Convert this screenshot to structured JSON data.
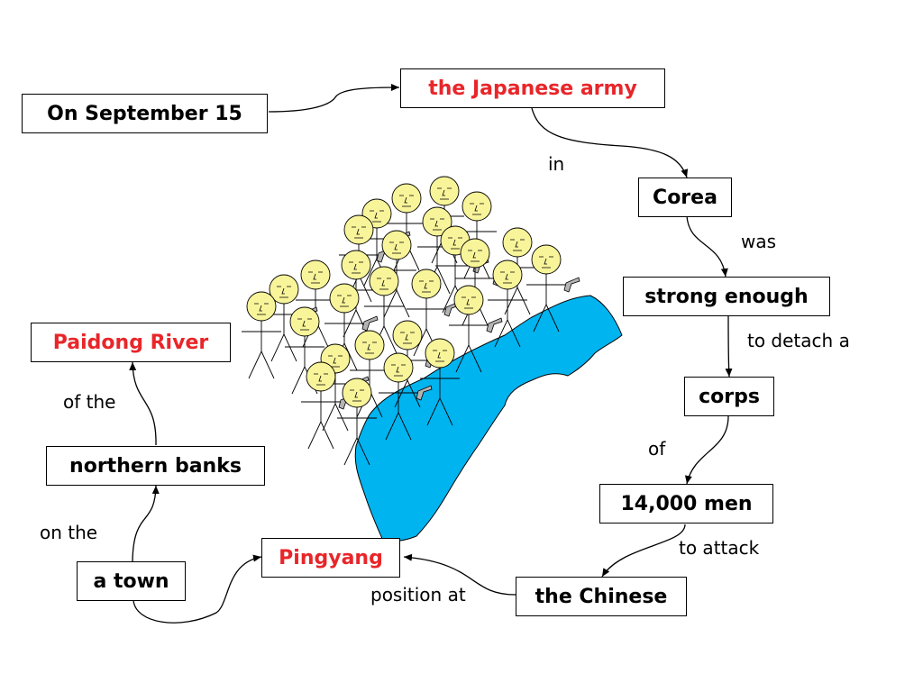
{
  "nodes": {
    "sept15": "On September 15",
    "japanese_army": "the Japanese army",
    "corea": "Corea",
    "strong_enough": "strong enough",
    "corps": "corps",
    "men": "14,000 men",
    "chinese": "the Chinese",
    "pingyang": "Pingyang",
    "a_town": "a town",
    "northern_banks": "northern banks",
    "paidong_river": "Paidong River"
  },
  "links": {
    "in": "in",
    "was": "was",
    "to_detach_a": "to detach a",
    "of": "of",
    "to_attack": "to attack",
    "position_at": "position at",
    "on_the": "on the",
    "of_the": "of the"
  },
  "colors": {
    "highlight": "#e8262a",
    "river": "#00b4f0",
    "face": "#f8f49a"
  },
  "illustration": {
    "icon": "soldiers-crossing-river-illustration"
  }
}
